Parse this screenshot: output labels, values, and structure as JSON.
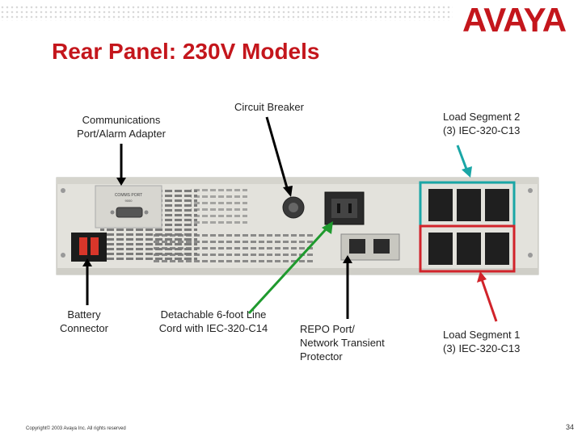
{
  "brand": {
    "logo_text": "AVAYA",
    "accent_color": "#c4161c"
  },
  "slide": {
    "title": "Rear Panel: 230V Models",
    "page_number": "34",
    "copyright": "Copyright© 2003 Avaya Inc. All rights reserved"
  },
  "panel": {
    "comm_port_label": "COMMS PORT",
    "comm_port_sub": "9000"
  },
  "callouts": {
    "comm_port": {
      "line1": "Communications",
      "line2": "Port/Alarm Adapter"
    },
    "circuit_breaker": {
      "line1": "Circuit Breaker"
    },
    "load_segment_2": {
      "line1": "Load Segment 2",
      "line2": "(3) IEC-320-C13",
      "arrow_color": "#1aa6a6"
    },
    "battery": {
      "line1": "Battery",
      "line2": "Connector"
    },
    "line_cord": {
      "line1": "Detachable 6-foot Line",
      "line2": "Cord with IEC-320-C14",
      "arrow_color": "#1f9a2e"
    },
    "repo": {
      "line1": "REPO Port/",
      "line2": "Network Transient",
      "line3": "Protector"
    },
    "load_segment_1": {
      "line1": "Load Segment 1",
      "line2": "(3) IEC-320-C13",
      "arrow_color": "#d1232a"
    }
  }
}
